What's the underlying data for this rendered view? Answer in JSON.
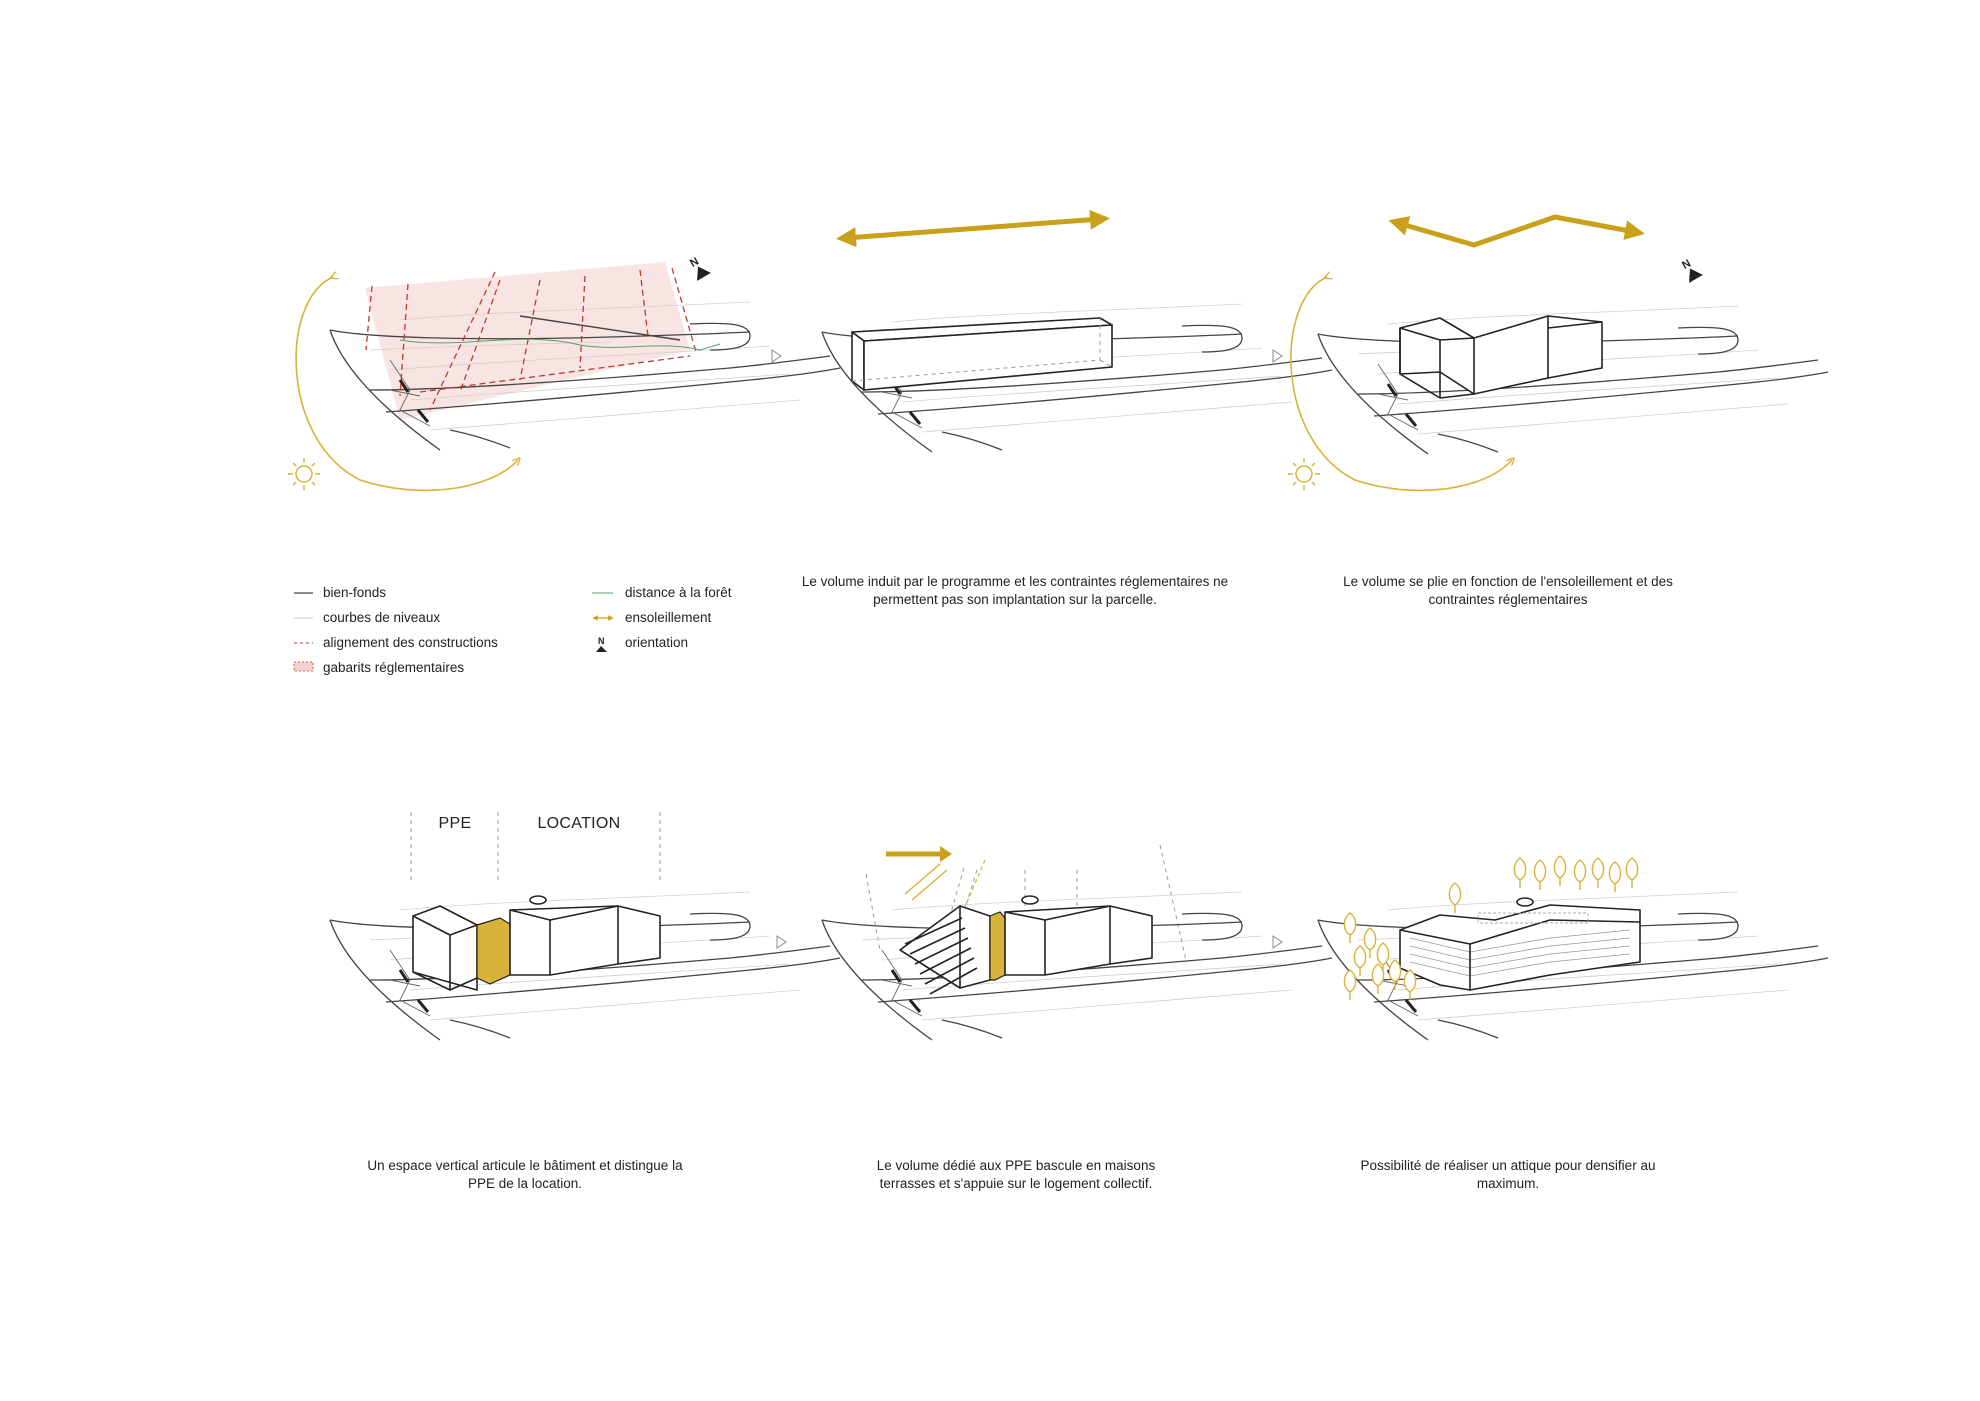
{
  "colors": {
    "gold": "#c9a01a",
    "ochre": "#d9b23a",
    "red_dash": "#c0392b",
    "pink": "#f3d3d0",
    "green": "#5a9e6f",
    "ink": "#222222"
  },
  "icons": {
    "sun": "sun-icon",
    "north": "north-arrow-icon",
    "next": "triangle-right-icon"
  },
  "panel_1": {
    "north": "N"
  },
  "panel_3": {
    "north": "N"
  },
  "legend": {
    "items": [
      {
        "label": "bien-fonds",
        "icon": "solid-line-swatch"
      },
      {
        "label": "courbes de niveaux",
        "icon": "light-line-swatch"
      },
      {
        "label": "alignement des constructions",
        "icon": "dashed-line-swatch"
      },
      {
        "label": "gabarits réglementaires",
        "icon": "dashed-box-swatch"
      },
      {
        "label": "distance à la forêt",
        "icon": "green-line-swatch"
      },
      {
        "label": "ensoleillement",
        "icon": "double-arrow-swatch"
      },
      {
        "label": "orientation",
        "icon": "north-arrow-icon",
        "symbol": "N"
      }
    ]
  },
  "captions": {
    "panel_2": [
      "Le volume induit par le programme et les contraintes réglementaires ne",
      "permettent pas son implantation sur la parcelle."
    ],
    "panel_3": [
      "Le volume se plie en fonction de l'ensoleillement et des",
      "contraintes réglementaires"
    ],
    "panel_4": [
      "Un espace vertical articule le bâtiment et distingue la",
      "PPE de la location."
    ],
    "panel_5": [
      "Le volume dédié aux PPE bascule en maisons",
      "terrasses et s'appuie sur le logement collectif."
    ],
    "panel_6": [
      "Possibilité de réaliser un attique pour densifier au",
      "maximum."
    ]
  },
  "labels": {
    "ppe": "PPE",
    "location": "LOCATION"
  }
}
